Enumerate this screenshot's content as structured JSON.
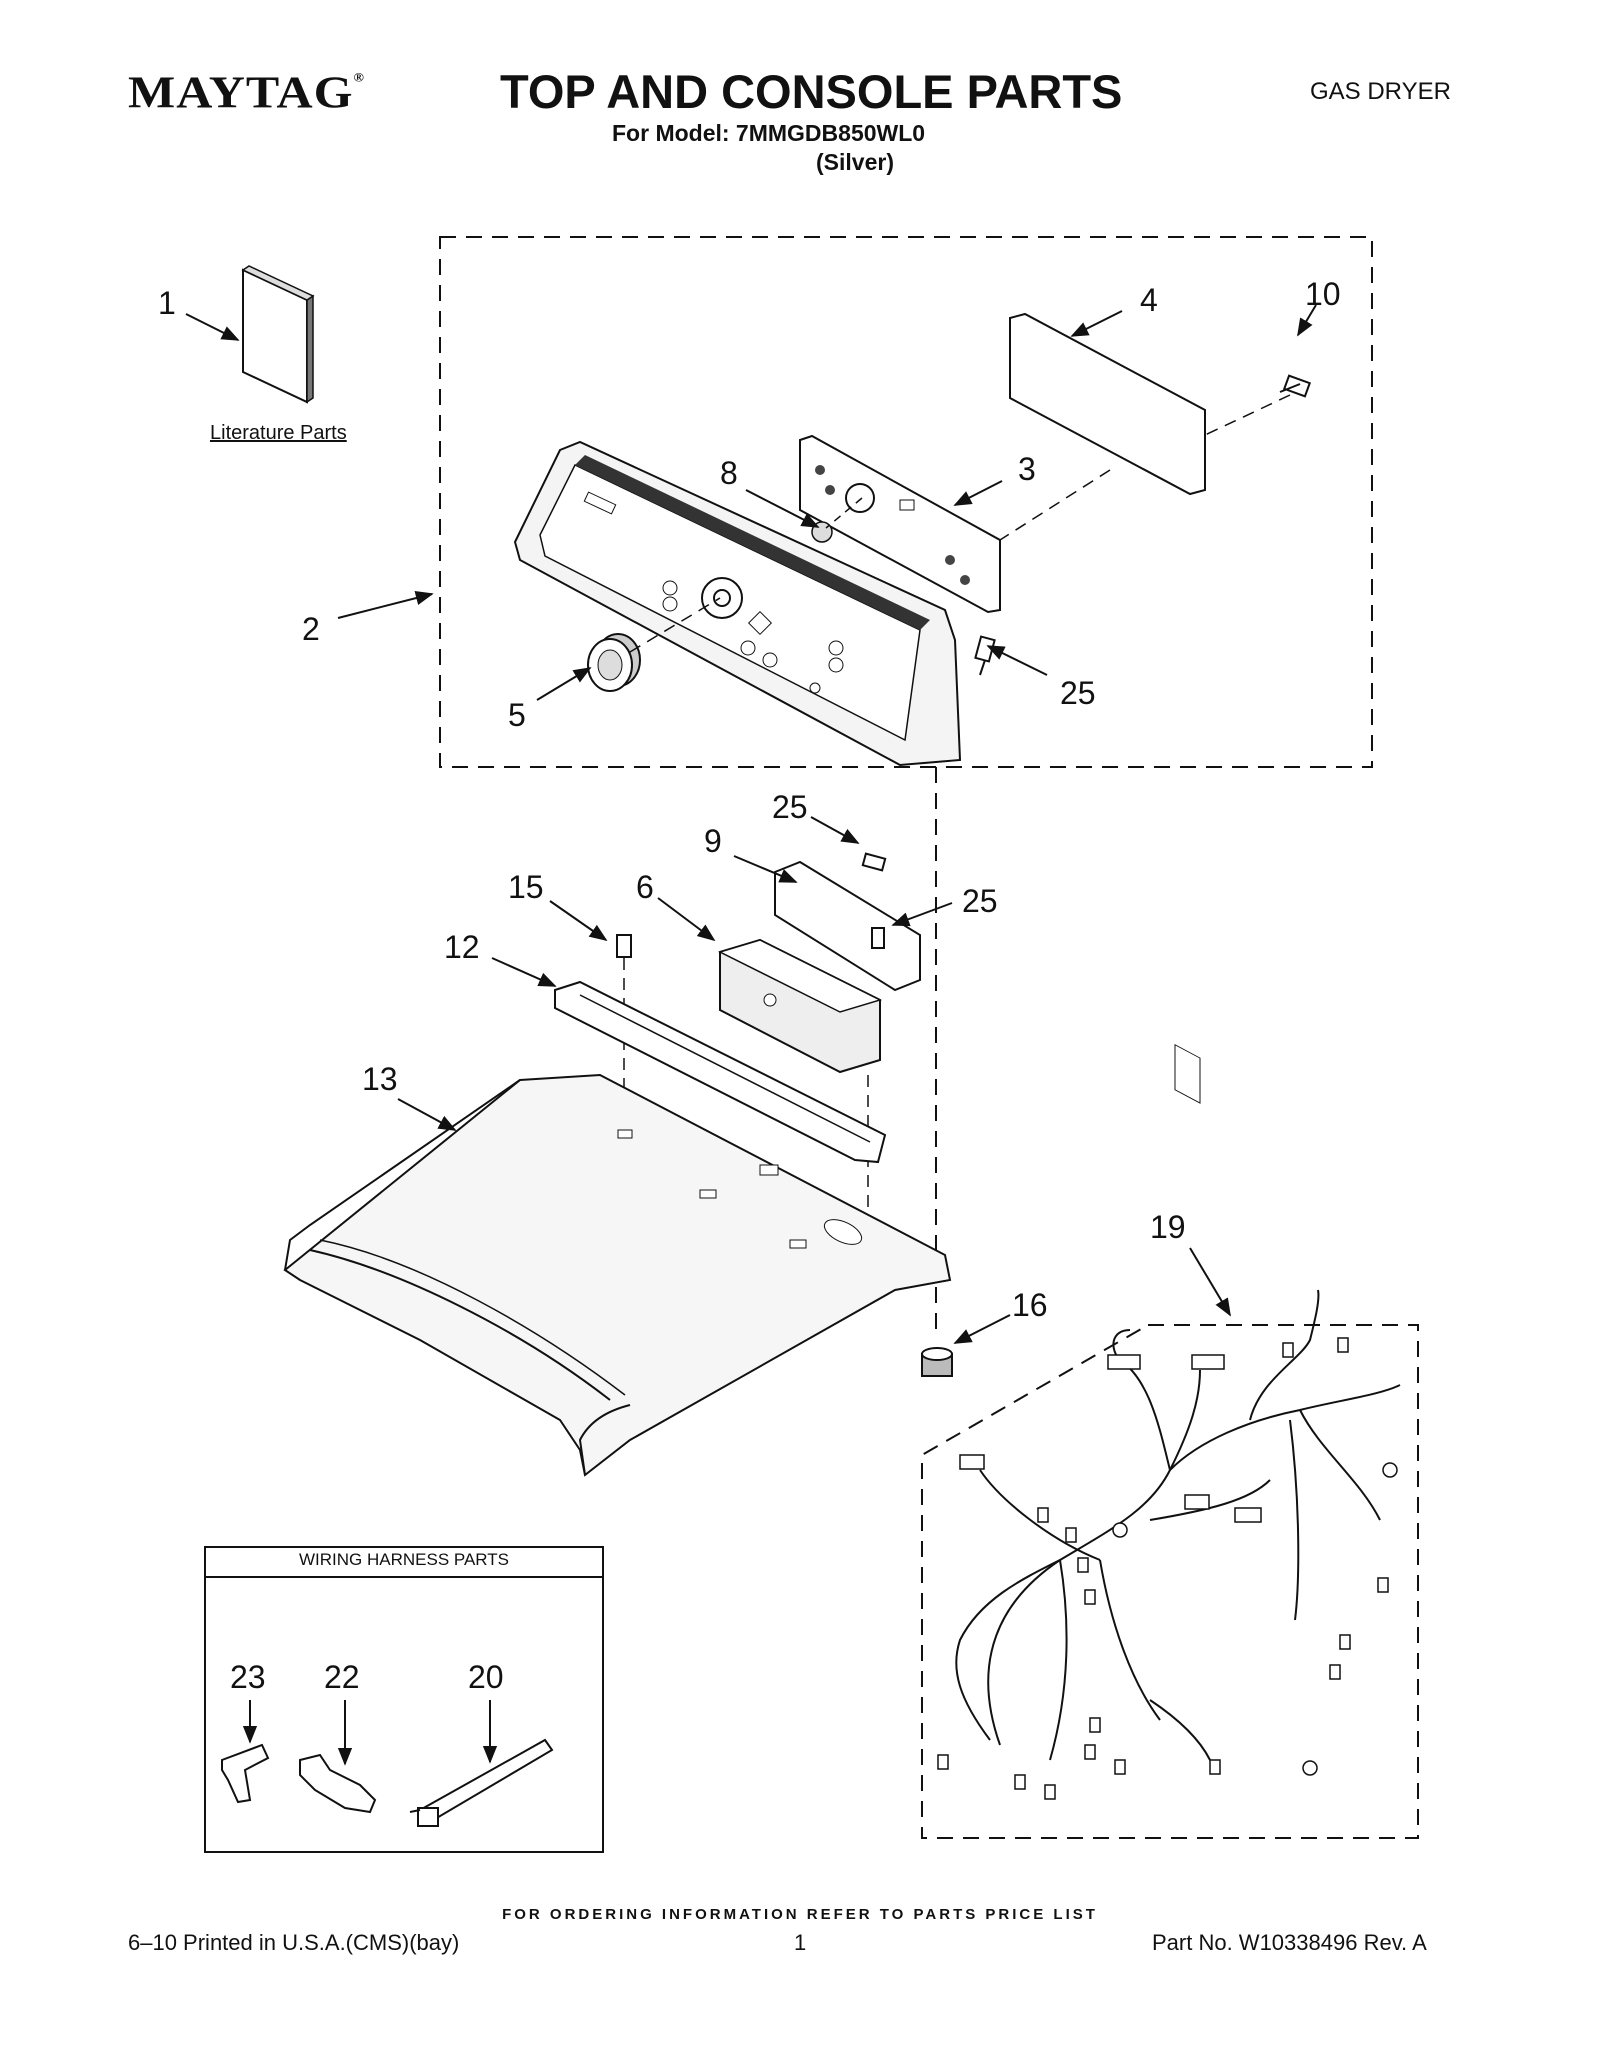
{
  "header": {
    "brand": "MAYTAG",
    "brand_mark": "®",
    "title": "TOP AND CONSOLE PARTS",
    "model_line": "For Model: 7MMGDB850WL0",
    "color_line": "(Silver)",
    "product_type": "GAS DRYER"
  },
  "literature_label": "Literature Parts",
  "wiring_box_title": "WIRING HARNESS PARTS",
  "callouts": {
    "c1": "1",
    "c2": "2",
    "c3": "3",
    "c4": "4",
    "c5": "5",
    "c6": "6",
    "c8": "8",
    "c9": "9",
    "c10": "10",
    "c12": "12",
    "c13": "13",
    "c15": "15",
    "c16": "16",
    "c19": "19",
    "c20": "20",
    "c22": "22",
    "c23": "23",
    "c25a": "25",
    "c25b": "25",
    "c25c": "25"
  },
  "footer": {
    "ordering_note": "FOR ORDERING INFORMATION REFER TO PARTS PRICE LIST",
    "print_info": "6–10 Printed in U.S.A.(CMS)(bay)",
    "page_number": "1",
    "part_number": "Part No. W10338496 Rev. A"
  }
}
